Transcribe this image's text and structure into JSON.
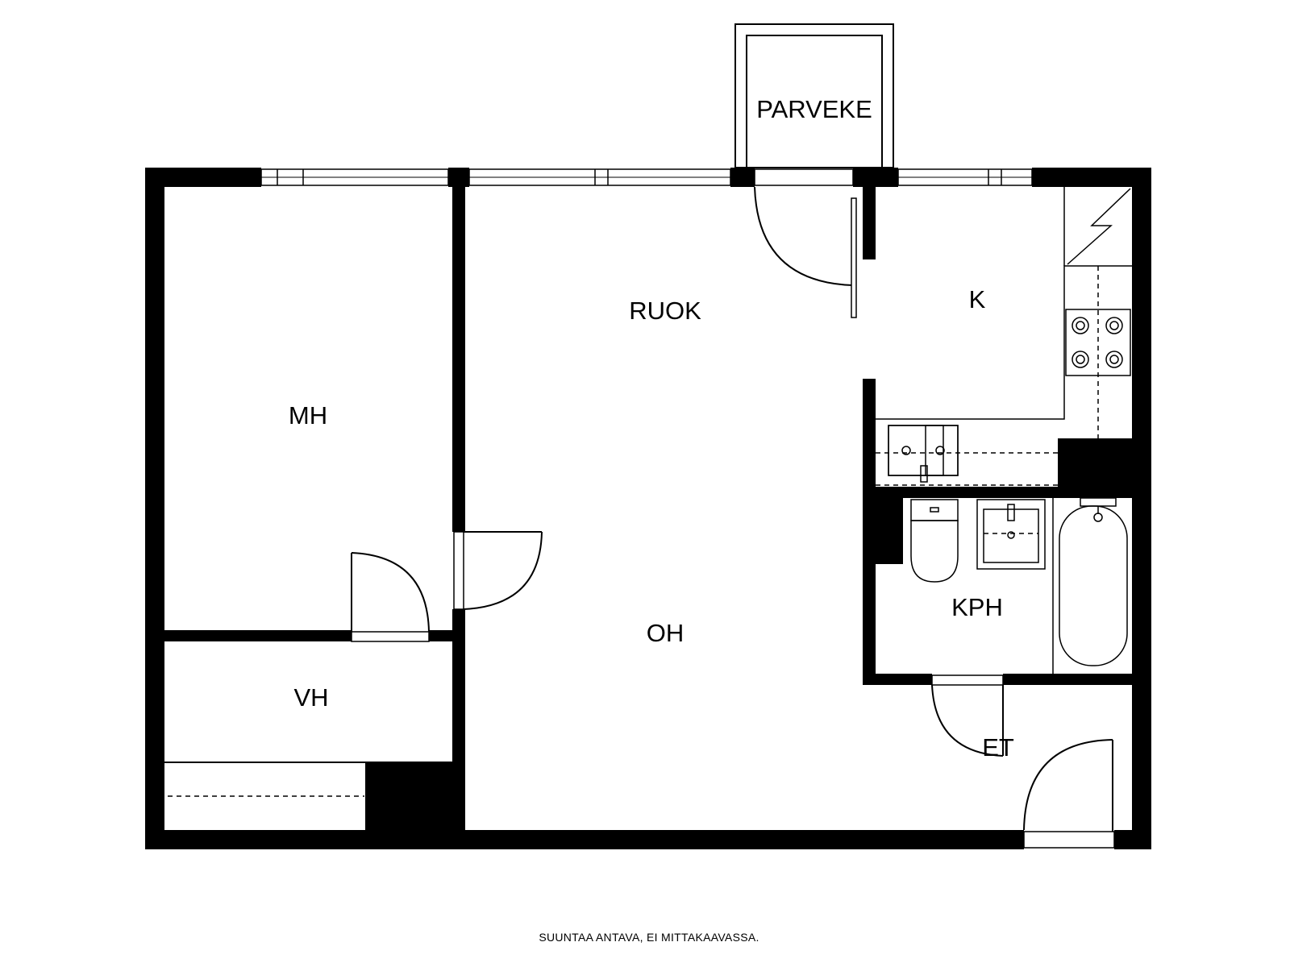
{
  "rooms": {
    "balcony": "PARVEKE",
    "dining": "RUOK",
    "kitchen": "K",
    "bedroom": "MH",
    "living": "OH",
    "wardrobe": "VH",
    "bathroom": "KPH",
    "hall": "ET"
  },
  "footer_note": "SUUNTAA ANTAVA, EI MITTAKAAVASSA.",
  "colors": {
    "wall": "#000000",
    "background": "#ffffff"
  }
}
